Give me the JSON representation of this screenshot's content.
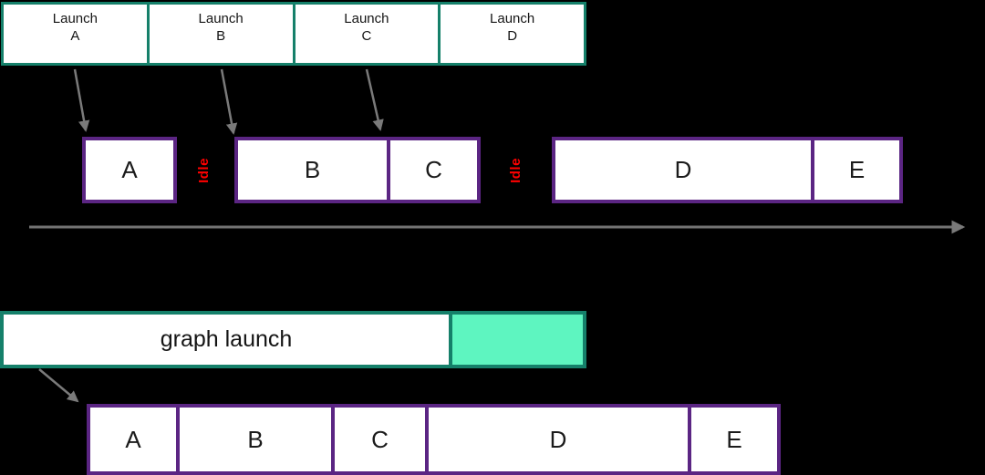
{
  "colors": {
    "background": "#000000",
    "queue_border_teal": "#15806A",
    "graph_exec_mint": "#5EF5C0",
    "kernel_border_purple": "#5B2583",
    "idle_red": "#FF0000",
    "arrow_gray": "#7A7A7A",
    "box_fill": "#FFFFFF"
  },
  "launch_queue": {
    "cells": [
      {
        "line1": "Launch",
        "line2": "A"
      },
      {
        "line1": "Launch",
        "line2": "B"
      },
      {
        "line1": "Launch",
        "line2": "C"
      },
      {
        "line1": "Launch",
        "line2": "D"
      }
    ]
  },
  "stream_row": {
    "kernel_a": "A",
    "kernel_b": "B",
    "kernel_c": "C",
    "kernel_d": "D",
    "kernel_e": "E",
    "idle_1": "Idle",
    "idle_2": "Idle"
  },
  "graph_row": {
    "launch_label": "graph launch",
    "kernel_a": "A",
    "kernel_b": "B",
    "kernel_c": "C",
    "kernel_d": "D",
    "kernel_e": "E"
  }
}
